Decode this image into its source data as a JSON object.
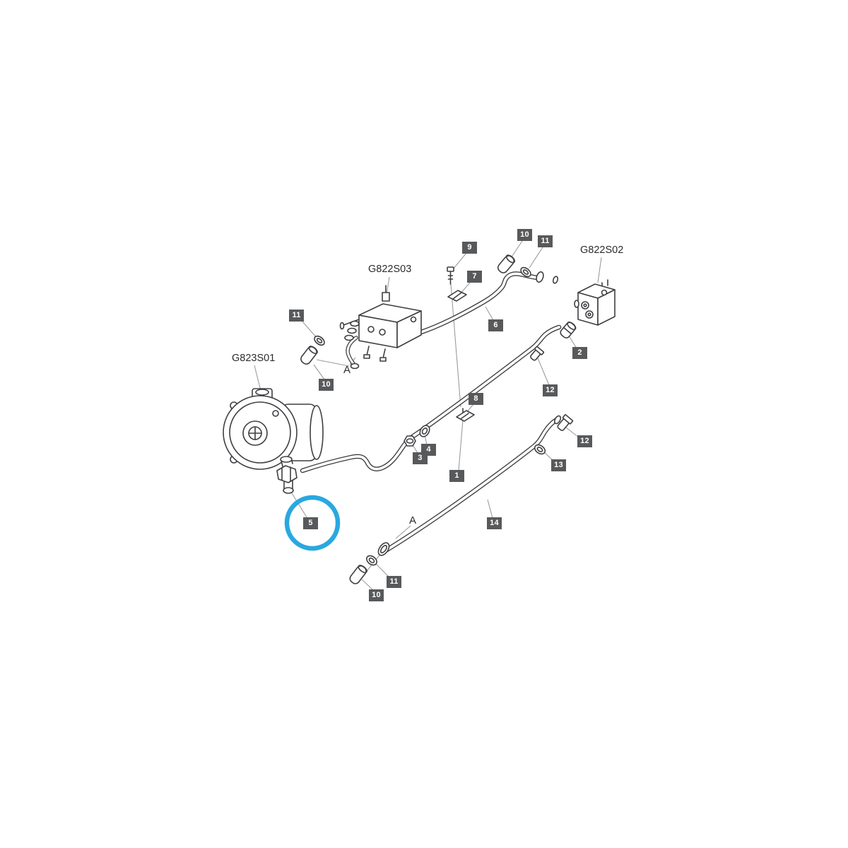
{
  "diagram": {
    "title_hint": "hydraulic pipes exploded parts diagram",
    "group_labels": [
      {
        "id": "g822s03",
        "text": "G822S03"
      },
      {
        "id": "g822s02",
        "text": "G822S02"
      },
      {
        "id": "g823s01",
        "text": "G823S01"
      }
    ],
    "view_markers": [
      {
        "id": "a-upper",
        "text": "A"
      },
      {
        "id": "a-lower",
        "text": "A"
      }
    ],
    "callouts": [
      {
        "ref": "9"
      },
      {
        "ref": "10"
      },
      {
        "ref": "11"
      },
      {
        "ref": "7"
      },
      {
        "ref": "6"
      },
      {
        "ref": "2"
      },
      {
        "ref": "11"
      },
      {
        "ref": "10"
      },
      {
        "ref": "12"
      },
      {
        "ref": "8"
      },
      {
        "ref": "4"
      },
      {
        "ref": "3"
      },
      {
        "ref": "1"
      },
      {
        "ref": "12"
      },
      {
        "ref": "13"
      },
      {
        "ref": "5",
        "highlighted": true
      },
      {
        "ref": "14"
      },
      {
        "ref": "10"
      },
      {
        "ref": "11"
      }
    ],
    "highlight": {
      "part_ref": "5",
      "color": "#29a8e0"
    },
    "colors": {
      "line_art": "#3f3f43",
      "leader": "#9b9b9b",
      "badge_bg": "#58595b",
      "badge_text": "#ffffff",
      "label_text": "#2b2b2b",
      "background": "#ffffff"
    }
  }
}
